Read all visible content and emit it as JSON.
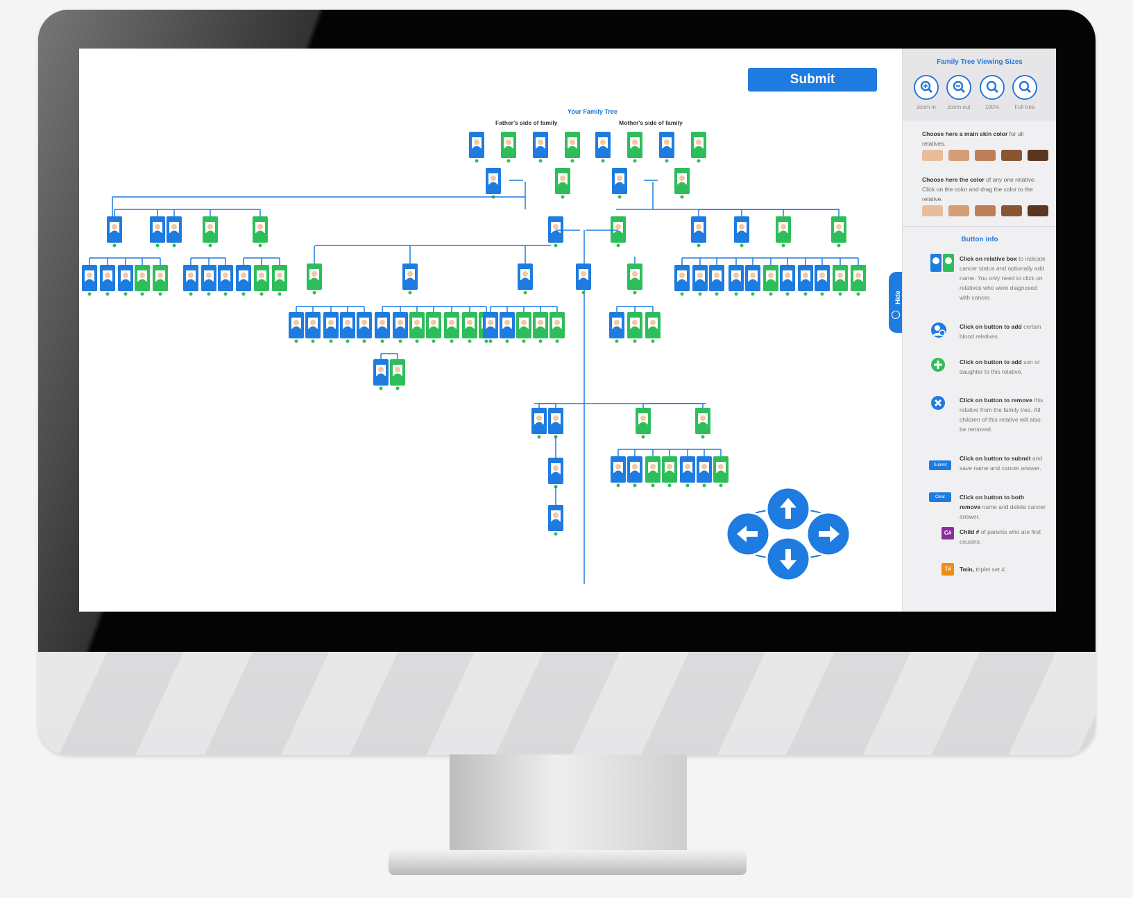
{
  "header": {
    "submit_label": "Submit"
  },
  "tree": {
    "title": "Your Family Tree",
    "father_side_label": "Father's side of family",
    "mother_side_label": "Mother's side of family"
  },
  "panel": {
    "viewing_title": "Family Tree Viewing Sizes",
    "zoom_buttons": [
      {
        "label": "zoom in",
        "icon": "zoom-in-icon"
      },
      {
        "label": "zoom out",
        "icon": "zoom-out-icon"
      },
      {
        "label": "100%",
        "icon": "zoom-100-icon"
      },
      {
        "label": "Full tree",
        "icon": "full-tree-icon"
      }
    ],
    "skin_main_bold": "Choose here a main skin color",
    "skin_main_rest": " for all relatives.",
    "skin_one_bold": "Choose here the color",
    "skin_one_rest": " of any one relative. Click on the color and drag the color to the relative.",
    "skin_colors": [
      "#e8bd9a",
      "#d49e76",
      "#bd7f58",
      "#8a5531",
      "#5a3620"
    ],
    "button_info_title": "Button info",
    "info": [
      {
        "bold": "Click on relative box",
        "rest": " to indicate cancer status and optionally add name. You only need to click on relatives who were diagnosed with cancer."
      },
      {
        "bold": "Click on button to add",
        "rest": " certain blood relatives."
      },
      {
        "bold": "Click on button to add",
        "rest": " son or daughter to this relative."
      },
      {
        "bold": "Click on button to remove",
        "rest": " this relative from the family tree. All children of this relative will also be removed."
      },
      {
        "bold": "Click on button to submit",
        "rest": " and save name and cancer answer."
      },
      {
        "bold": "Click on button to both remove",
        "rest": " name and delete cancer answer."
      },
      {
        "bold": "Child #",
        "rest": " of parents who are first cousins."
      },
      {
        "bold": "Twin,",
        "rest": " triplet set #."
      }
    ],
    "info_mini_submit": "Submit",
    "info_mini_clear": "Clear",
    "info_cousin_glyph": "C#",
    "info_twin_glyph": "T#",
    "hide_label": "Hide"
  },
  "colors": {
    "male": "#1e7be0",
    "female": "#2ebd5b",
    "accent": "#1e7be0"
  }
}
